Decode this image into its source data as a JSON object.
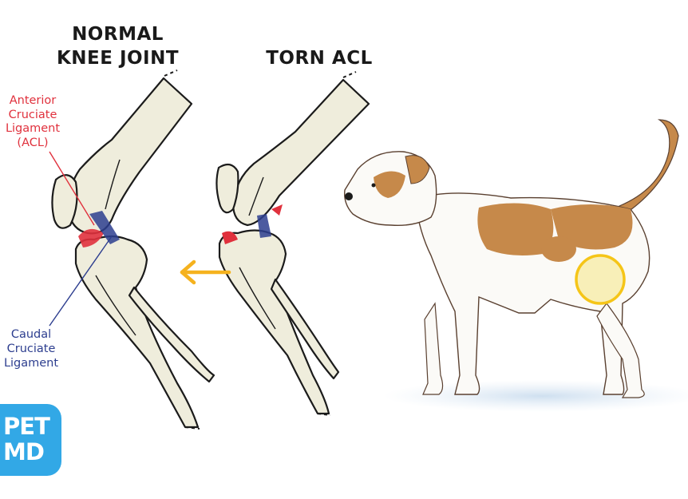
{
  "titles": {
    "normal": [
      "NORMAL",
      "KNEE JOINT"
    ],
    "torn": "TORN ACL"
  },
  "labels": {
    "acl": [
      "Anterior",
      "Cruciate",
      "Ligament",
      "(ACL)"
    ],
    "ccl": [
      "Caudal",
      "Cruciate",
      "Ligament"
    ]
  },
  "logo": {
    "line1": "PET",
    "line2": "MD"
  },
  "colors": {
    "bone": "#efeddc",
    "acl": "#e0313d",
    "ccl": "#2d3e8f",
    "arrow": "#f5b21e",
    "logo": "#32a8e6",
    "dog_patch": "#c6894a",
    "highlight": "#f5c518"
  }
}
